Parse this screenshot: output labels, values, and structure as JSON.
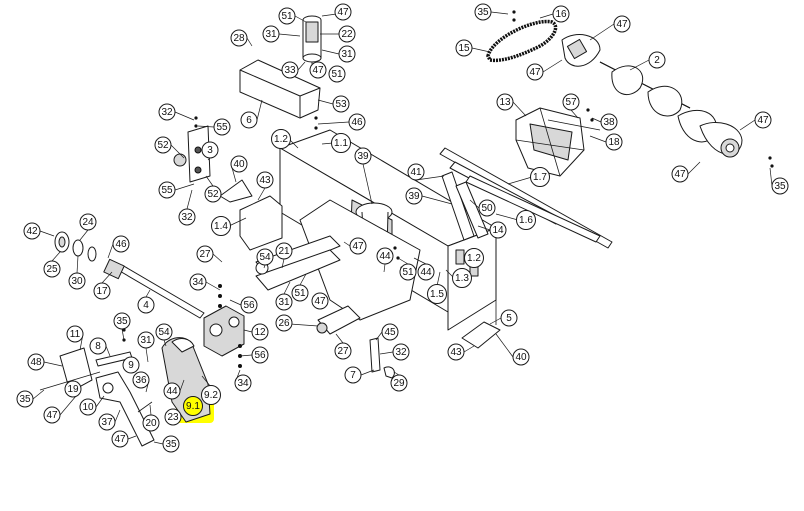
{
  "diagram": {
    "highlight_color": "#ffff00",
    "highlighted_callout": "9.1",
    "callouts": [
      {
        "id": "c-47-top",
        "label": "47"
      },
      {
        "id": "c-51-top",
        "label": "51"
      },
      {
        "id": "c-31-top",
        "label": "31"
      },
      {
        "id": "c-22",
        "label": "22"
      },
      {
        "id": "c-31-b",
        "label": "31"
      },
      {
        "id": "c-28",
        "label": "28"
      },
      {
        "id": "c-33",
        "label": "33"
      },
      {
        "id": "c-47-mid",
        "label": "47"
      },
      {
        "id": "c-51-mid",
        "label": "51"
      },
      {
        "id": "c-53",
        "label": "53"
      },
      {
        "id": "c-6",
        "label": "6"
      },
      {
        "id": "c-46-a",
        "label": "46"
      },
      {
        "id": "c-35-tr",
        "label": "35"
      },
      {
        "id": "c-16",
        "label": "16"
      },
      {
        "id": "c-47-tr",
        "label": "47"
      },
      {
        "id": "c-15",
        "label": "15"
      },
      {
        "id": "c-47-tr2",
        "label": "47"
      },
      {
        "id": "c-2",
        "label": "2"
      },
      {
        "id": "c-13",
        "label": "13"
      },
      {
        "id": "c-57",
        "label": "57"
      },
      {
        "id": "c-38",
        "label": "38"
      },
      {
        "id": "c-18",
        "label": "18"
      },
      {
        "id": "c-47-r",
        "label": "47"
      },
      {
        "id": "c-47-r2",
        "label": "47"
      },
      {
        "id": "c-35-r",
        "label": "35"
      },
      {
        "id": "c-32-a",
        "label": "32"
      },
      {
        "id": "c-55-a",
        "label": "55"
      },
      {
        "id": "c-52-a",
        "label": "52"
      },
      {
        "id": "c-3",
        "label": "3"
      },
      {
        "id": "c-40-a",
        "label": "40"
      },
      {
        "id": "c-52-b",
        "label": "52"
      },
      {
        "id": "c-55-b",
        "label": "55"
      },
      {
        "id": "c-32-b",
        "label": "32"
      },
      {
        "id": "c-1-2-a",
        "label": "1.2"
      },
      {
        "id": "c-1-1",
        "label": "1.1"
      },
      {
        "id": "c-39-a",
        "label": "39"
      },
      {
        "id": "c-41",
        "label": "41"
      },
      {
        "id": "c-1-7",
        "label": "1.7"
      },
      {
        "id": "c-39-b",
        "label": "39"
      },
      {
        "id": "c-50",
        "label": "50"
      },
      {
        "id": "c-1-6",
        "label": "1.6"
      },
      {
        "id": "c-43-a",
        "label": "43"
      },
      {
        "id": "c-1-4",
        "label": "1.4"
      },
      {
        "id": "c-14",
        "label": "14"
      },
      {
        "id": "c-47-c",
        "label": "47"
      },
      {
        "id": "c-1-2-b",
        "label": "1.2"
      },
      {
        "id": "c-44-a",
        "label": "44"
      },
      {
        "id": "c-51-c",
        "label": "51"
      },
      {
        "id": "c-44-b",
        "label": "44"
      },
      {
        "id": "c-1-3",
        "label": "1.3"
      },
      {
        "id": "c-1-5",
        "label": "1.5"
      },
      {
        "id": "c-42",
        "label": "42"
      },
      {
        "id": "c-24",
        "label": "24"
      },
      {
        "id": "c-25",
        "label": "25"
      },
      {
        "id": "c-30",
        "label": "30"
      },
      {
        "id": "c-46-b",
        "label": "46"
      },
      {
        "id": "c-17",
        "label": "17"
      },
      {
        "id": "c-4",
        "label": "4"
      },
      {
        "id": "c-27-a",
        "label": "27"
      },
      {
        "id": "c-21",
        "label": "21"
      },
      {
        "id": "c-54-a",
        "label": "54"
      },
      {
        "id": "c-51-d",
        "label": "51"
      },
      {
        "id": "c-47-d",
        "label": "47"
      },
      {
        "id": "c-34-a",
        "label": "34"
      },
      {
        "id": "c-56-a",
        "label": "56"
      },
      {
        "id": "c-31-c",
        "label": "31"
      },
      {
        "id": "c-26",
        "label": "26"
      },
      {
        "id": "c-12",
        "label": "12"
      },
      {
        "id": "c-5",
        "label": "5"
      },
      {
        "id": "c-45",
        "label": "45"
      },
      {
        "id": "c-27-b",
        "label": "27"
      },
      {
        "id": "c-32-c",
        "label": "32"
      },
      {
        "id": "c-43-b",
        "label": "43"
      },
      {
        "id": "c-40-b",
        "label": "40"
      },
      {
        "id": "c-7",
        "label": "7"
      },
      {
        "id": "c-29",
        "label": "29"
      },
      {
        "id": "c-11",
        "label": "11"
      },
      {
        "id": "c-35-l",
        "label": "35"
      },
      {
        "id": "c-8",
        "label": "8"
      },
      {
        "id": "c-31-d",
        "label": "31"
      },
      {
        "id": "c-54-b",
        "label": "54"
      },
      {
        "id": "c-56-b",
        "label": "56"
      },
      {
        "id": "c-48",
        "label": "48"
      },
      {
        "id": "c-19",
        "label": "19"
      },
      {
        "id": "c-35-bl",
        "label": "35"
      },
      {
        "id": "c-47-bl",
        "label": "47"
      },
      {
        "id": "c-10",
        "label": "10"
      },
      {
        "id": "c-9",
        "label": "9"
      },
      {
        "id": "c-36",
        "label": "36"
      },
      {
        "id": "c-44-c",
        "label": "44"
      },
      {
        "id": "c-9-2",
        "label": "9.2"
      },
      {
        "id": "c-34-b",
        "label": "34"
      },
      {
        "id": "c-9-1",
        "label": "9.1"
      },
      {
        "id": "c-37",
        "label": "37"
      },
      {
        "id": "c-20",
        "label": "20"
      },
      {
        "id": "c-23",
        "label": "23"
      },
      {
        "id": "c-47-b",
        "label": "47"
      },
      {
        "id": "c-35-b",
        "label": "35"
      }
    ]
  }
}
